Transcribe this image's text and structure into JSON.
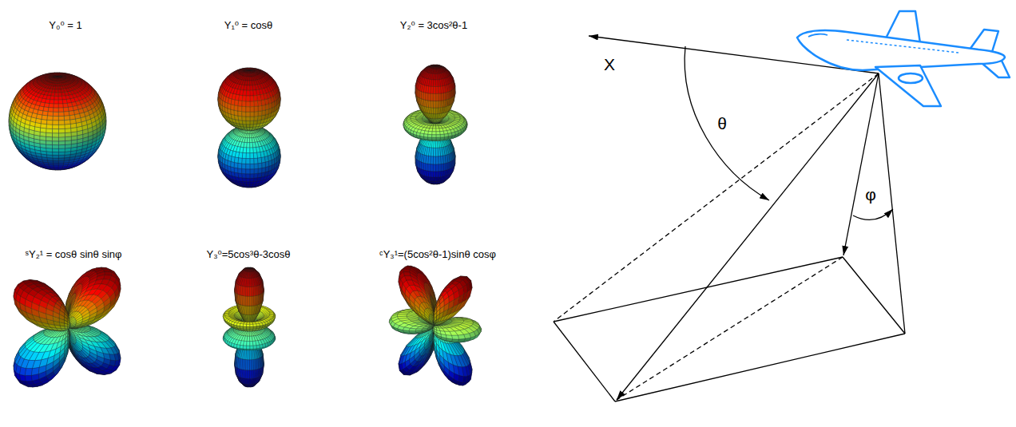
{
  "diagram": {
    "labels": [
      "Y₀⁰ = 1",
      "Y₁⁰ = cosθ",
      "Y₂⁰ = 3cos²θ-1",
      "ˢY₂¹ = cosθ sinθ sinφ",
      "Y₃⁰=5cos³θ-3cosθ",
      "ᶜY₃¹=(5cos²θ-1)sinθ cosφ",
      "X",
      "θ",
      "φ"
    ]
  }
}
